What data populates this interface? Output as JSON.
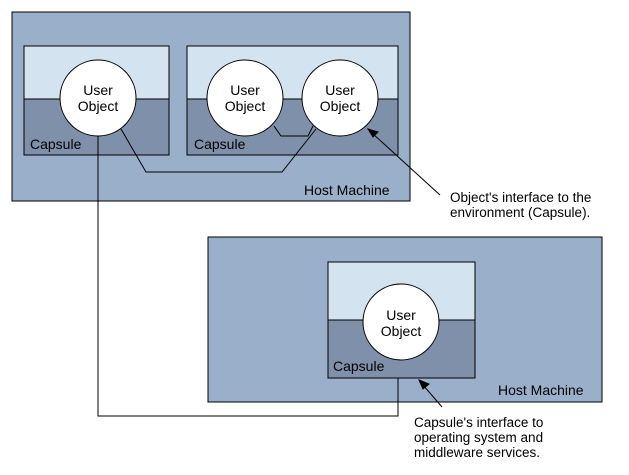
{
  "colors": {
    "host": "#9aafc9",
    "capsule_top": "#d3e4f0",
    "capsule_bottom": "#7f90aa",
    "object": "#ffffff",
    "line": "#000000"
  },
  "hosts": [
    {
      "label": "Host Machine"
    },
    {
      "label": "Host Machine"
    }
  ],
  "capsules": [
    {
      "label": "Capsule"
    },
    {
      "label": "Capsule"
    },
    {
      "label": "Capsule"
    }
  ],
  "objects": [
    {
      "line1": "User",
      "line2": "Object"
    },
    {
      "line1": "User",
      "line2": "Object"
    },
    {
      "line1": "User",
      "line2": "Object"
    },
    {
      "line1": "User",
      "line2": "Object"
    }
  ],
  "annotations": [
    {
      "lines": [
        "Object's interface to the",
        "environment (Capsule)."
      ]
    },
    {
      "lines": [
        "Capsule's interface to",
        "operating system and",
        "middleware services."
      ]
    }
  ]
}
